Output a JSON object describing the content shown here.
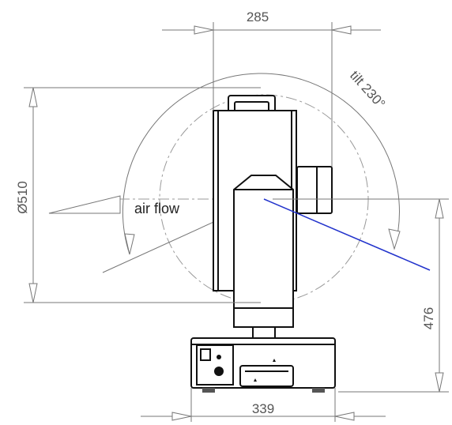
{
  "dimensions": {
    "top_width": "285",
    "bottom_width": "339",
    "diameter": "Ø510",
    "height": "476"
  },
  "annotations": {
    "tilt": "tilt 230°",
    "air_flow": "air flow"
  },
  "colors": {
    "tilt_indicator": "#2233cc",
    "drawing_line": "#111111",
    "dimension_line": "#777777"
  }
}
